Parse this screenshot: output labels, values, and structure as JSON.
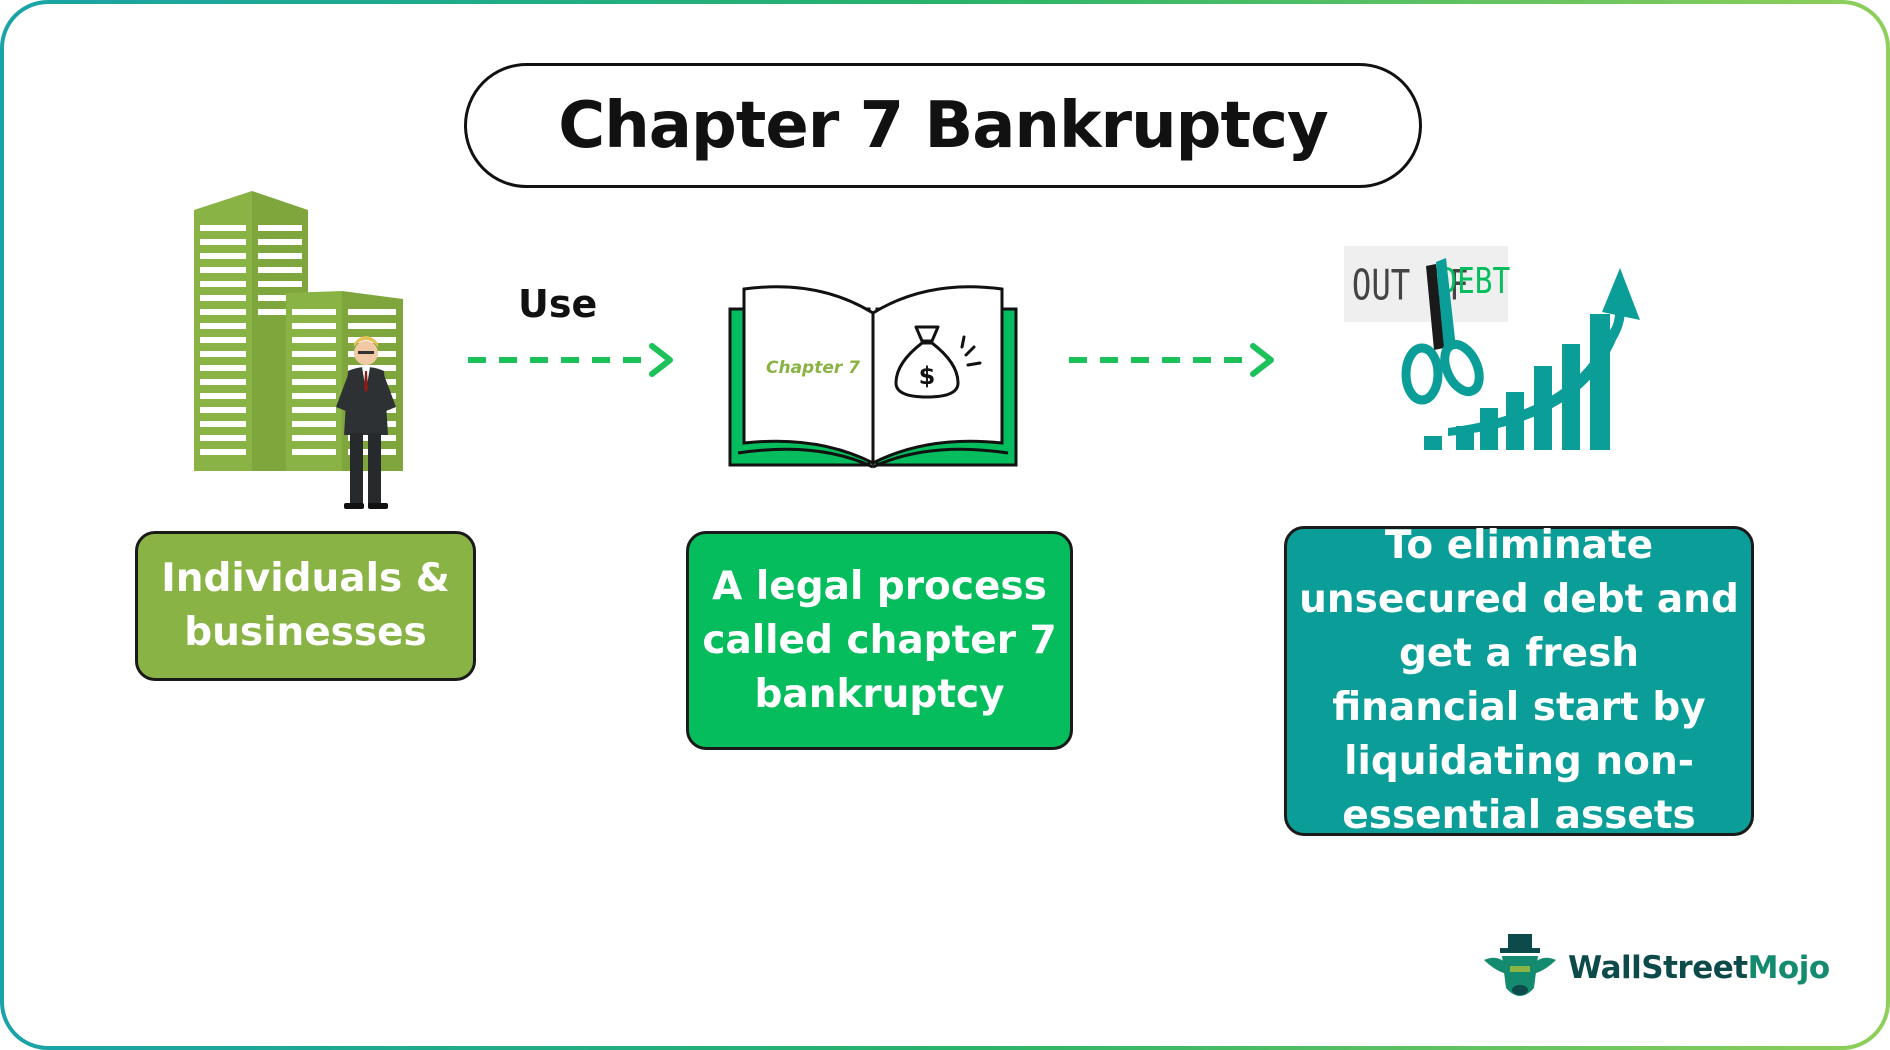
{
  "title": "Chapter 7 Bankruptcy",
  "arrow_label": "Use",
  "steps": [
    {
      "text": "Individuals & businesses"
    },
    {
      "text": "A legal process called chapter 7 bankruptcy"
    },
    {
      "text": "To eliminate unsecured debt and get a fresh financial start by liquidating non-essential assets"
    }
  ],
  "book": {
    "label": "Chapter 7",
    "symbol": "$"
  },
  "out_of_debt": {
    "part1": "OUT OF",
    "part2": "DEBT"
  },
  "brand": {
    "name_part1": "WallStreet",
    "name_part2": "Mojo"
  },
  "colors": {
    "olive_green": "#8ab346",
    "bright_green": "#05bd5d",
    "teal": "#0b9e98",
    "arrow_green": "#1cc15a"
  },
  "icons": [
    "office-buildings-icon",
    "businessman-icon",
    "open-book-icon",
    "money-bag-icon",
    "scissors-icon",
    "growth-chart-icon",
    "wallstreetmojo-logo-icon"
  ]
}
